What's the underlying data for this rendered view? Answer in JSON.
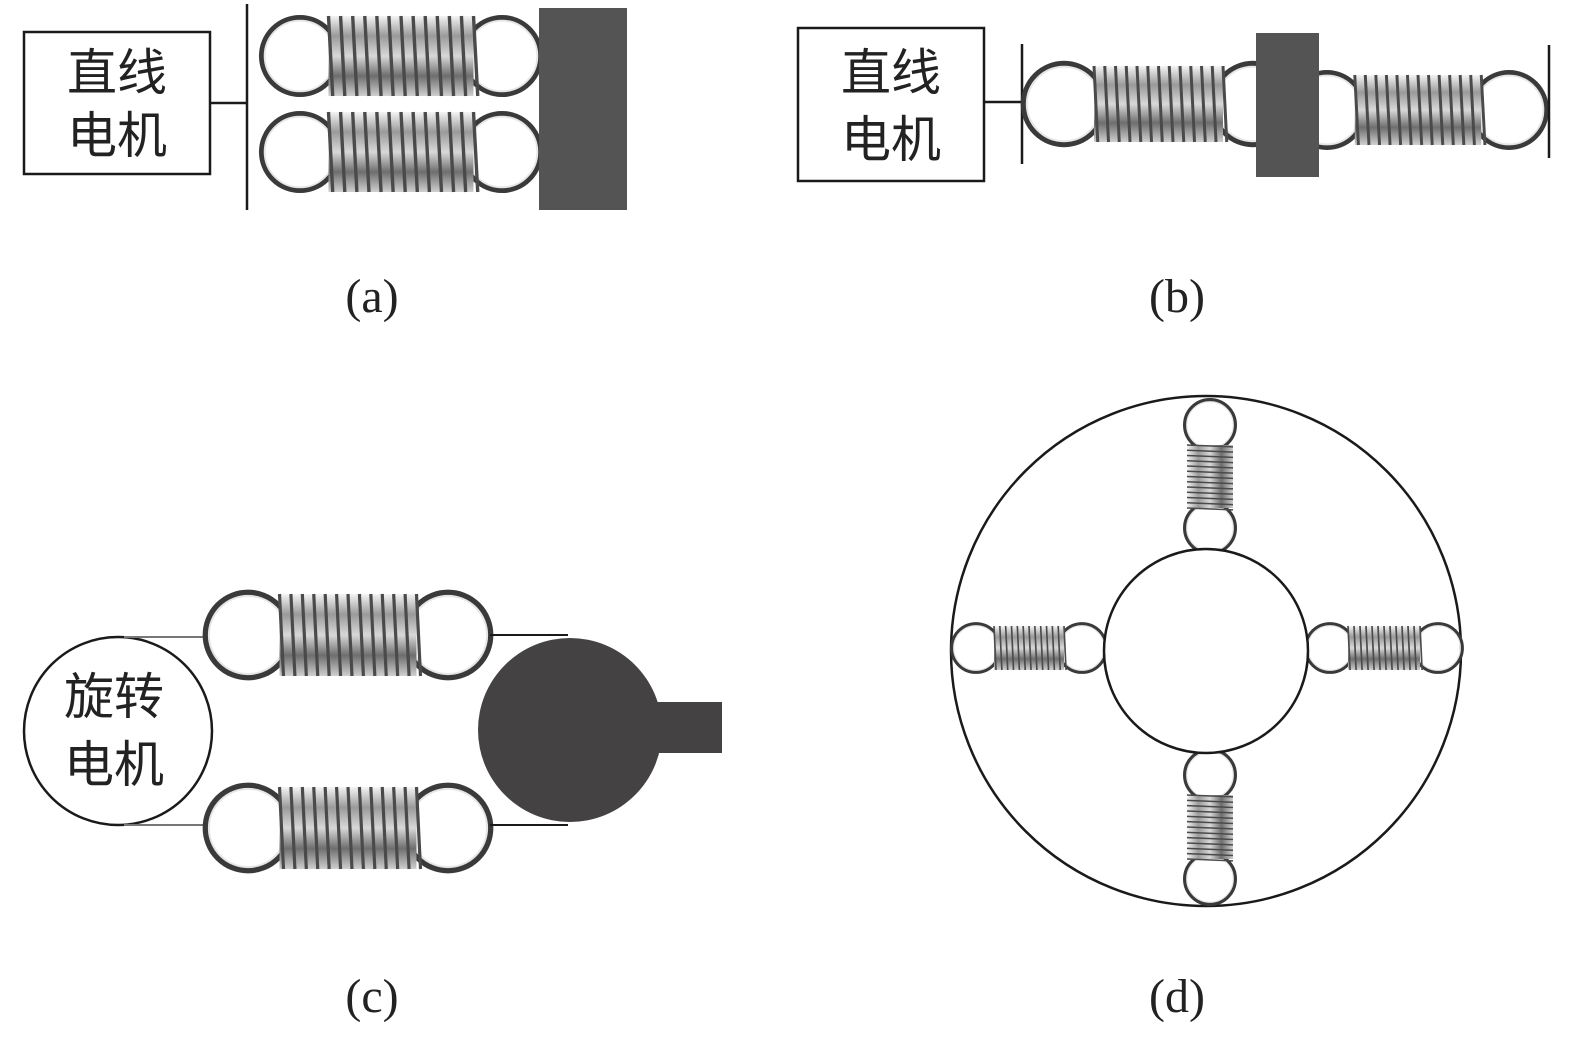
{
  "panels": {
    "a": {
      "caption": "(a)",
      "motor_label_line1": "直线",
      "motor_label_line2": "电机"
    },
    "b": {
      "caption": "(b)",
      "motor_label_line1": "直线",
      "motor_label_line2": "电机"
    },
    "c": {
      "caption": "(c)",
      "motor_label_line1": "旋转",
      "motor_label_line2": "电机"
    },
    "d": {
      "caption": "(d)"
    }
  },
  "colors": {
    "mass": "#545454",
    "rotor": "#454244",
    "spring_metal": "#8a8a8a",
    "line": "#1a1a1a"
  }
}
